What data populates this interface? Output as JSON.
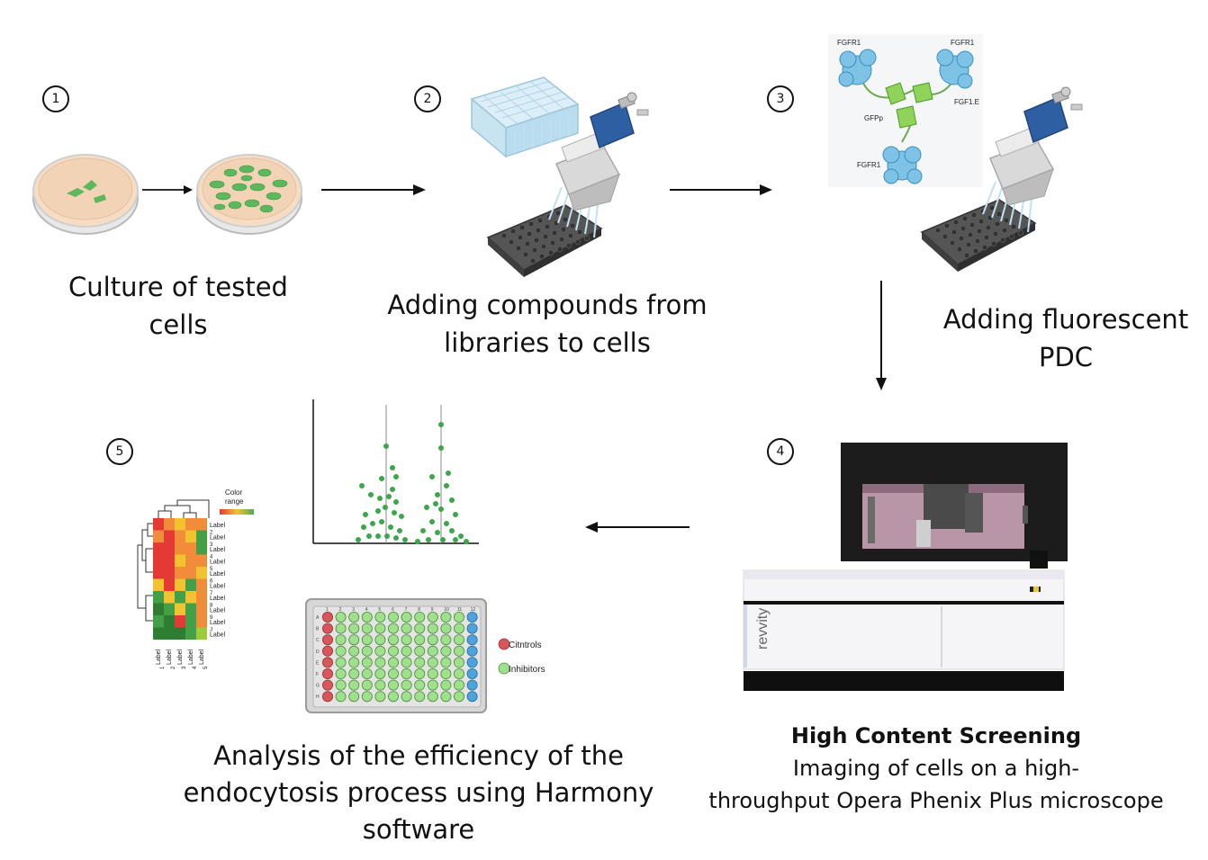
{
  "steps": {
    "s1": {
      "num": "1",
      "caption_line1": "Culture of tested",
      "caption_line2": "cells"
    },
    "s2": {
      "num": "2",
      "caption_line1": "Adding compounds from",
      "caption_line2": "libraries to cells"
    },
    "s3": {
      "num": "3",
      "caption_line1": "Adding fluorescent",
      "caption_line2": "PDC",
      "protein_labels": {
        "fgfr1_a": "FGFR1",
        "fgfr1_b": "FGFR1",
        "fgfr1_c": "FGFR1",
        "gfpp": "GFPp",
        "fgf1e": "FGF1.E"
      }
    },
    "s4": {
      "num": "4",
      "title": "High Content Screening",
      "caption_line1": "Imaging of cells on a high-",
      "caption_line2": "throughput Opera Phenix Plus microscope",
      "brand": "revvity"
    },
    "s5": {
      "num": "5",
      "caption_line1": "Analysis of the efficiency of the",
      "caption_line2": "endocytosis process using Harmony",
      "caption_line3": "software"
    }
  },
  "heatmap": {
    "color_range_label_1": "Color",
    "color_range_label_2": "range",
    "row_labels": [
      "Label",
      "Label",
      "Label",
      "Label",
      "Label",
      "Label",
      "Label",
      "Label",
      "Label",
      "Label"
    ],
    "row_extra": [
      "",
      "2",
      "3",
      "4",
      "5",
      "6",
      "7",
      "8",
      "9",
      "J"
    ],
    "col_labels": [
      "Label",
      "Label",
      "Label",
      "Label",
      "Label"
    ],
    "col_extra": [
      "1",
      "2",
      "3",
      "4",
      "5"
    ]
  },
  "plate": {
    "rows": [
      "A",
      "B",
      "C",
      "D",
      "E",
      "F",
      "G",
      "H"
    ],
    "cols": [
      "1",
      "2",
      "3",
      "4",
      "5",
      "6",
      "7",
      "8",
      "9",
      "10",
      "11",
      "12"
    ],
    "legend_controls": "Citntrols",
    "legend_inhibitors": "Inhibitors",
    "colors": {
      "controls": "#d9575a",
      "inhibitors": "#9fe08c",
      "blank": "#4da3dc"
    }
  },
  "colors": {
    "cell_green": "#5cb85c",
    "pipette_blue": "#2f5fa3",
    "dot_green": "#3aa84a"
  }
}
